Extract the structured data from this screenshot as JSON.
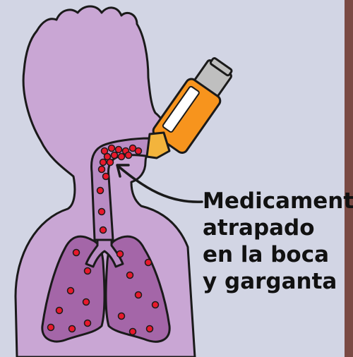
{
  "colors": {
    "background": "#d2d5e4",
    "body_fill": "#c9a6d4",
    "outline": "#1a1a1a",
    "lung_fill": "#a466a8",
    "airway_fill": "#b98cc4",
    "particle": "#e8192c",
    "inhaler_body": "#f7941d",
    "inhaler_canister": "#bfbfbf",
    "inhaler_mouthpiece": "#f3b43c",
    "right_strip": "#7a4a44"
  },
  "annotation": {
    "lines": [
      "Medicamento",
      "atrapado",
      "en la boca",
      "y garganta"
    ]
  },
  "icons": {
    "person": "person-silhouette-icon",
    "inhaler": "metered-dose-inhaler-icon",
    "lungs": "lungs-icon",
    "arrow": "curved-arrow-icon"
  }
}
